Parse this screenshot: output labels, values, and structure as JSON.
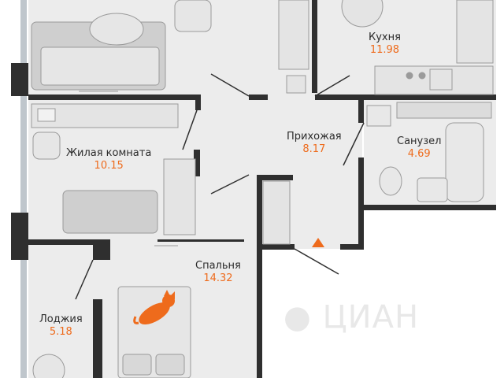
{
  "rooms": {
    "living": {
      "name": "Жилая комната",
      "area": "10.15"
    },
    "kitchen": {
      "name": "Кухня",
      "area": "11.98"
    },
    "hall": {
      "name": "Прихожая",
      "area": "8.17"
    },
    "bathroom": {
      "name": "Санузел",
      "area": "4.69"
    },
    "bedroom": {
      "name": "Спальня",
      "area": "14.32"
    },
    "loggia": {
      "name": "Лоджия",
      "area": "5.18"
    }
  },
  "colors": {
    "floor": "#ececec",
    "wall": "#2f2f2f",
    "furniture": "#cfcfcf",
    "accent": "#ee6b1c",
    "window": "#bfc6cc"
  },
  "icons": {
    "entrance": "entrance-triangle-icon",
    "cat": "cat-icon",
    "watermark": "cian-watermark-logo"
  }
}
